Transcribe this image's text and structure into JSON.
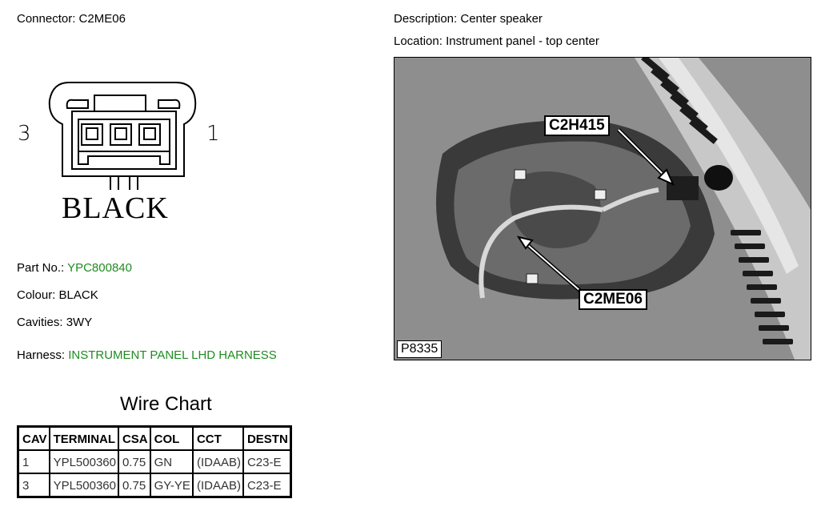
{
  "connector": {
    "label": "Connector:",
    "value": "C2ME06"
  },
  "description": {
    "label": "Description:",
    "value": "Center speaker"
  },
  "location": {
    "label": "Location:",
    "value": "Instrument panel - top center"
  },
  "drawing": {
    "cavity_left": "3",
    "cavity_right": "1",
    "colour_text": "BLACK"
  },
  "part_no": {
    "label": "Part No.:",
    "value": "YPC800840"
  },
  "colour": {
    "label": "Colour:",
    "value": "BLACK"
  },
  "cavities": {
    "label": "Cavities:",
    "value": "3WY"
  },
  "harness": {
    "label": "Harness:",
    "value": "INSTRUMENT PANEL LHD HARNESS"
  },
  "wire_chart": {
    "title": "Wire Chart",
    "headers": [
      "CAV",
      "TERMINAL",
      "CSA",
      "COL",
      "CCT",
      "DESTN"
    ],
    "rows": [
      [
        "1",
        "YPL500360",
        "0.75",
        "GN",
        "(IDAAB)",
        "C23-E"
      ],
      [
        "3",
        "YPL500360",
        "0.75",
        "GY-YE",
        "(IDAAB)",
        "C23-E"
      ]
    ]
  },
  "photo": {
    "callout_top": "C2H415",
    "callout_bottom": "C2ME06",
    "id": "P8335"
  },
  "colors": {
    "link_green": "#1f8c1f"
  }
}
